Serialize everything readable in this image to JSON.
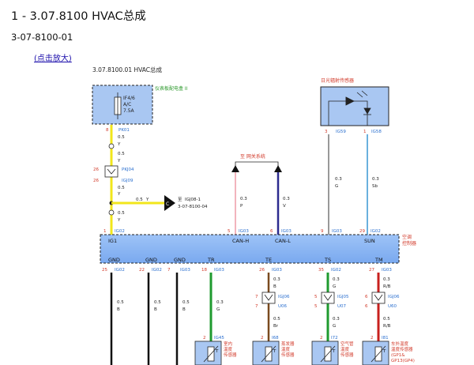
{
  "page": {
    "title": "1 - 3.07.8100 HVAC总成",
    "code": "3-07-8100-01",
    "zoom_link": "(点击放大)"
  },
  "diagram": {
    "title": "3.07.8100.01 HVAC总成",
    "fusebox": {
      "label": "仪表板配电盒 II",
      "fuse_name": "IF4/6",
      "fuse_circuit": "A/C",
      "fuse_rating": "7.5A",
      "pin": "8",
      "conn": "PK01"
    },
    "sensor_top": {
      "label": "日光辐射传感器",
      "pin_left": "3",
      "conn_left": "IG59",
      "pin_right": "1",
      "conn_right": "IG58"
    },
    "wires": {
      "w1_size": "0.5",
      "w1_color": "Y",
      "w2_size": "0.5",
      "w2_color": "Y",
      "w3_size": "0.5",
      "w3_color": "Y",
      "ref_size": "0.5",
      "ref_color": "Y",
      "canh_size": "0.3",
      "canh_color": "P",
      "canl_size": "0.3",
      "canl_color": "V",
      "sun1_size": "0.3",
      "sun1_color": "G",
      "sun2_size": "0.3",
      "sun2_color": "Sb"
    },
    "splice": {
      "pin_top": "26",
      "conn_top": "PKJ04",
      "pin_bottom": "26",
      "conn_bottom": "IGJ09"
    },
    "ref": {
      "prefix": "至",
      "target": "IGJ08-1",
      "page": "3-07-8100-04"
    },
    "network": {
      "label": "至 网关系统"
    },
    "module": {
      "label_line1": "空调",
      "label_line2": "控制器",
      "top_pins": [
        {
          "num": "1",
          "conn": "IG02",
          "name": "IG1"
        },
        {
          "num": "5",
          "conn": "IG03",
          "name": "CAN-H"
        },
        {
          "num": "6",
          "conn": "IG03",
          "name": "CAN-L"
        },
        {
          "num": "9",
          "conn": "IG03",
          "name": ""
        },
        {
          "num": "29",
          "conn": "IG02",
          "name": "SUN"
        }
      ],
      "bottom_pins": [
        {
          "num": "25",
          "conn": "IG02",
          "name": "GND"
        },
        {
          "num": "22",
          "conn": "IG02",
          "name": "GND"
        },
        {
          "num": "7",
          "conn": "IG03",
          "name": "GND"
        },
        {
          "num": "18",
          "conn": "IG03",
          "name": "TR"
        },
        {
          "num": "26",
          "conn": "IG03",
          "name": "TE"
        },
        {
          "num": "35",
          "conn": "IG02",
          "name": "TS"
        },
        {
          "num": "27",
          "conn": "IG03",
          "name": "TM"
        }
      ]
    },
    "lower_wires": [
      {
        "size": "0.5",
        "color": "B"
      },
      {
        "size": "0.5",
        "color": "B"
      },
      {
        "size": "0.5",
        "color": "B"
      },
      {
        "size": "0.3",
        "color": "G"
      }
    ],
    "te_branch": {
      "top_size": "0.3",
      "top_color": "B",
      "pin1": "7",
      "conn1": "IGJ06",
      "pin2": "7",
      "conn2": "U06",
      "bottom_size": "0.5",
      "bottom_color": "Br"
    },
    "ts_branch": {
      "top_size": "0.3",
      "top_color": "G",
      "pin1": "5",
      "conn1": "IGJ05",
      "pin2": "5",
      "conn2": "U07",
      "bottom_size": "0.3",
      "bottom_color": "G"
    },
    "tm_branch": {
      "top_size": "0.3",
      "top_color": "R/B",
      "pin1": "6",
      "conn1": "IGJ06",
      "pin2": "6",
      "conn2": "U60",
      "bottom_size": "0.5",
      "bottom_color": "R/B"
    },
    "sensors_bottom": [
      {
        "pin": "2",
        "conn": "IG45",
        "label": [
          "室内",
          "温度",
          "传感器"
        ]
      },
      {
        "pin": "2",
        "conn": "I68",
        "label": [
          "蒸发器",
          "温度",
          "传感器"
        ]
      },
      {
        "pin": "2",
        "conn": "I72",
        "label": [
          "空气管",
          "温度",
          "传感器"
        ]
      },
      {
        "pin": "2",
        "conn": "I81",
        "label": [
          "车外温度",
          "温度传感器",
          "(GP1&",
          "GP13(GP4)"
        ]
      }
    ]
  }
}
